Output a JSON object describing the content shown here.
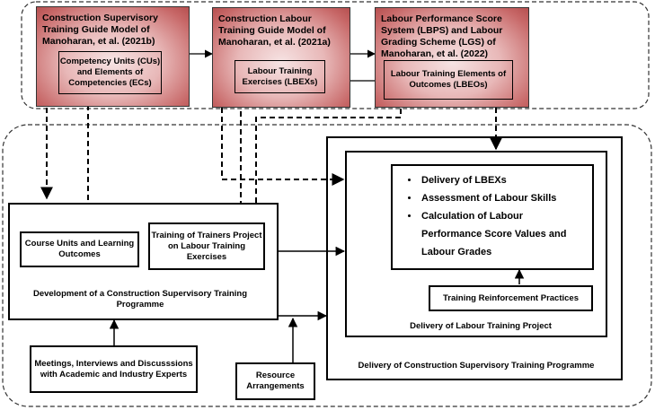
{
  "models": {
    "supervisory": {
      "title": "Construction Supervisory Training Guide Model of Manoharan, et al. (2021b)",
      "inner": "Competency Units (CUs) and Elements of Competencies (ECs)"
    },
    "labour": {
      "title": "Construction Labour Training Guide Model of Manoharan, et al. (2021a)",
      "inner": "Labour Training Exercises (LBEXs)"
    },
    "lbps": {
      "title": "Labour Performance Score System (LBPS) and Labour Grading Scheme (LGS) of Manoharan, et al. (2022)",
      "inner": "Labour Training Elements of Outcomes (LBEOs)"
    }
  },
  "development": {
    "course_units": "Course Units and Learning Outcomes",
    "trainers": "Training of Trainers Project on Labour Training Exercises",
    "label": "Development of a Construction Supervisory Training Programme"
  },
  "inputs": {
    "meetings": "Meetings, Interviews and Discusssions with Academic and Industry Experts",
    "resources": "Resource Arrangements"
  },
  "delivery": {
    "bullets": [
      "Delivery of LBEXs",
      "Assessment of Labour Skills",
      "Calculation of Labour Performance Score Values and Labour Grades"
    ],
    "reinforcement": "Training Reinforcement Practices",
    "project_label": "Delivery of Labour Training Project",
    "programme_label": "Delivery of Construction Supervisory Training Programme"
  },
  "colors": {
    "model_fill": "#c76767",
    "line": "#000000"
  }
}
